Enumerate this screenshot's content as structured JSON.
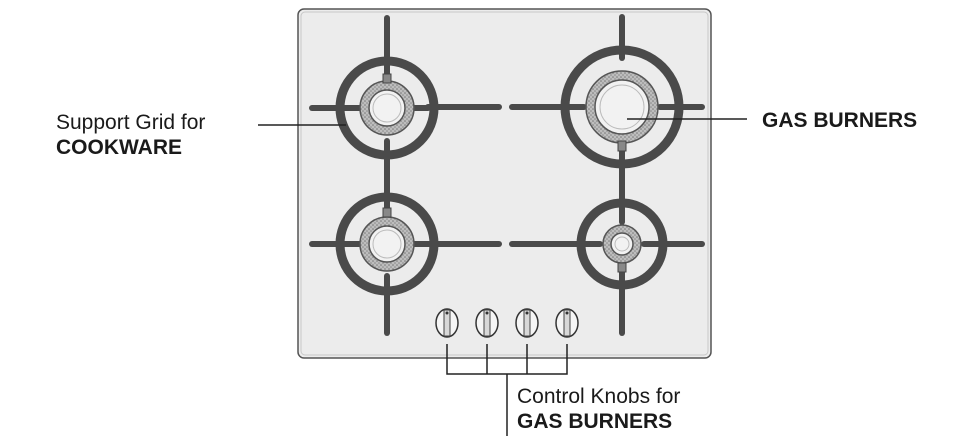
{
  "labels": {
    "support_grid": {
      "line1": "Support Grid for",
      "line2": "COOKWARE"
    },
    "gas_burners": "GAS BURNERS",
    "control_knobs": {
      "line1": "Control Knobs for",
      "line2": "GAS BURNERS"
    }
  },
  "colors": {
    "hob_surface": "#ececec",
    "hob_border": "#555555",
    "grid_iron": "#4a4a4a",
    "burner_ring": "#9a9a9a",
    "leader_line": "#222222"
  },
  "parts": {
    "burners": 4,
    "knobs": 4
  }
}
